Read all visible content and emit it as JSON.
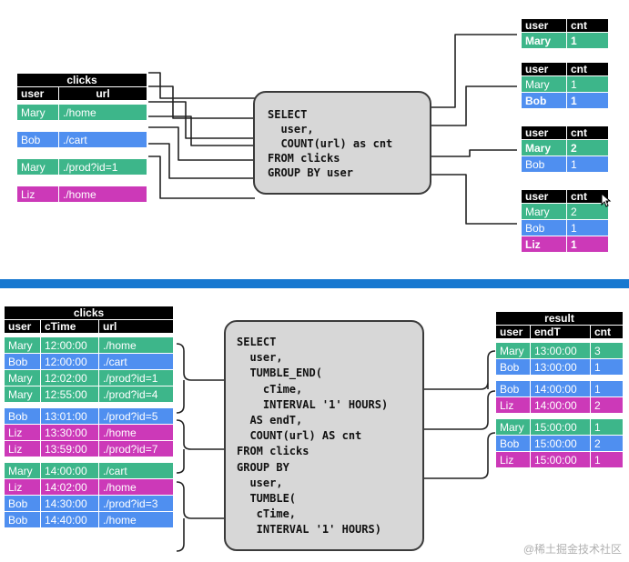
{
  "top": {
    "input": {
      "title": "clicks",
      "headers": [
        "user",
        "url"
      ],
      "rows": [
        {
          "user": "Mary",
          "url": "./home",
          "color": "green"
        },
        {
          "user": "Bob",
          "url": "./cart",
          "color": "blue"
        },
        {
          "user": "Mary",
          "url": "./prod?id=1",
          "color": "green"
        },
        {
          "user": "Liz",
          "url": "./home",
          "color": "magenta"
        }
      ]
    },
    "sql": "SELECT\n  user,\n  COUNT(url) as cnt\nFROM clicks\nGROUP BY user",
    "results": [
      {
        "headers": [
          "user",
          "cnt"
        ],
        "rows": [
          {
            "user": "Mary",
            "cnt": "1",
            "color": "green",
            "bold": true
          }
        ]
      },
      {
        "headers": [
          "user",
          "cnt"
        ],
        "rows": [
          {
            "user": "Mary",
            "cnt": "1",
            "color": "green",
            "bold": false
          },
          {
            "user": "Bob",
            "cnt": "1",
            "color": "blue",
            "bold": true
          }
        ]
      },
      {
        "headers": [
          "user",
          "cnt"
        ],
        "rows": [
          {
            "user": "Mary",
            "cnt": "2",
            "color": "green",
            "bold": true
          },
          {
            "user": "Bob",
            "cnt": "1",
            "color": "blue",
            "bold": false
          }
        ]
      },
      {
        "headers": [
          "user",
          "cnt"
        ],
        "rows": [
          {
            "user": "Mary",
            "cnt": "2",
            "color": "green",
            "bold": false
          },
          {
            "user": "Bob",
            "cnt": "1",
            "color": "blue",
            "bold": false
          },
          {
            "user": "Liz",
            "cnt": "1",
            "color": "magenta",
            "bold": true
          }
        ]
      }
    ]
  },
  "bottom": {
    "input": {
      "title": "clicks",
      "headers": [
        "user",
        "cTime",
        "url"
      ],
      "rows": [
        {
          "user": "Mary",
          "cTime": "12:00:00",
          "url": "./home",
          "color": "green"
        },
        {
          "user": "Bob",
          "cTime": "12:00:00",
          "url": "./cart",
          "color": "blue"
        },
        {
          "user": "Mary",
          "cTime": "12:02:00",
          "url": "./prod?id=1",
          "color": "green"
        },
        {
          "user": "Mary",
          "cTime": "12:55:00",
          "url": "./prod?id=4",
          "color": "green"
        },
        {
          "user": "Bob",
          "cTime": "13:01:00",
          "url": "./prod?id=5",
          "color": "blue"
        },
        {
          "user": "Liz",
          "cTime": "13:30:00",
          "url": "./home",
          "color": "magenta"
        },
        {
          "user": "Liz",
          "cTime": "13:59:00",
          "url": "./prod?id=7",
          "color": "magenta"
        },
        {
          "user": "Mary",
          "cTime": "14:00:00",
          "url": "./cart",
          "color": "green"
        },
        {
          "user": "Liz",
          "cTime": "14:02:00",
          "url": "./home",
          "color": "magenta"
        },
        {
          "user": "Bob",
          "cTime": "14:30:00",
          "url": "./prod?id=3",
          "color": "blue"
        },
        {
          "user": "Bob",
          "cTime": "14:40:00",
          "url": "./home",
          "color": "blue"
        }
      ]
    },
    "sql": "SELECT\n  user,\n  TUMBLE_END(\n    cTime,\n    INTERVAL '1' HOURS)\n  AS endT,\n  COUNT(url) AS cnt\nFROM clicks\nGROUP BY\n  user,\n  TUMBLE(\n   cTime,\n   INTERVAL '1' HOURS)",
    "result": {
      "title": "result",
      "headers": [
        "user",
        "endT",
        "cnt"
      ],
      "rows": [
        {
          "user": "Mary",
          "endT": "13:00:00",
          "cnt": "3",
          "color": "green"
        },
        {
          "user": "Bob",
          "endT": "13:00:00",
          "cnt": "1",
          "color": "blue"
        },
        {
          "user": "Bob",
          "endT": "14:00:00",
          "cnt": "1",
          "color": "blue"
        },
        {
          "user": "Liz",
          "endT": "14:00:00",
          "cnt": "2",
          "color": "magenta"
        },
        {
          "user": "Mary",
          "endT": "15:00:00",
          "cnt": "1",
          "color": "green"
        },
        {
          "user": "Bob",
          "endT": "15:00:00",
          "cnt": "2",
          "color": "blue"
        },
        {
          "user": "Liz",
          "endT": "15:00:00",
          "cnt": "1",
          "color": "magenta"
        }
      ]
    }
  },
  "colors": {
    "green": "#3db68a",
    "blue": "#4f8ff0",
    "magenta": "#cc39b8",
    "divider": "#1778d0"
  },
  "watermark": "@稀土掘金技术社区",
  "icons": {
    "cursor": "mouse-cursor-icon"
  }
}
